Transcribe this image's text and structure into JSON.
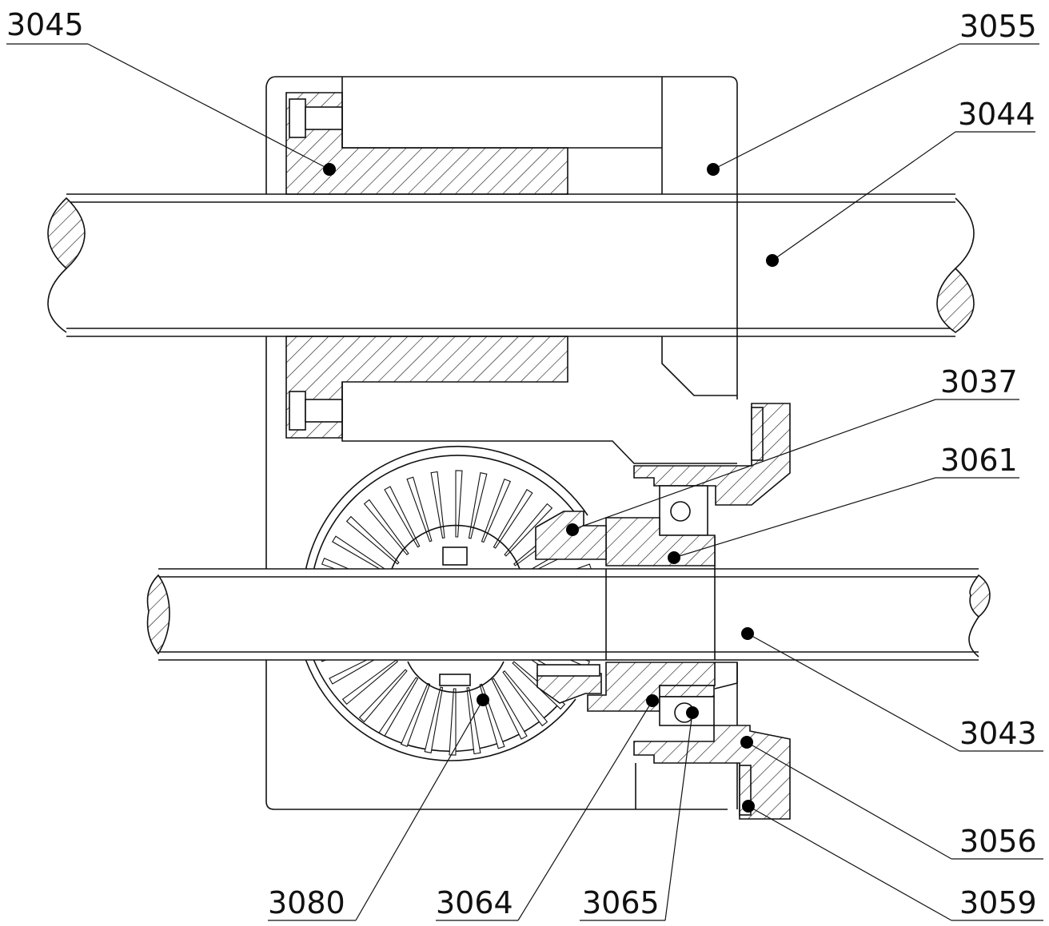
{
  "drawing": {
    "line_color": "#111111",
    "background": "#ffffff",
    "labels": {
      "l3045": "3045",
      "l3055": "3055",
      "l3044": "3044",
      "l3037": "3037",
      "l3061": "3061",
      "l3043": "3043",
      "l3056": "3056",
      "l3059": "3059",
      "l3080": "3080",
      "l3064": "3064",
      "l3065": "3065"
    }
  }
}
